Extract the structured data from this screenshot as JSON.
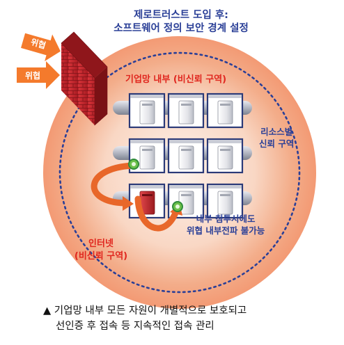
{
  "title": {
    "line1": "제로트러스트 도입 후:",
    "line2": "소프트웨어 정의 보안 경계 설정"
  },
  "threats": {
    "top": "위협",
    "bottom": "위협"
  },
  "zones": {
    "enterprise": "기업망 내부 (비신뢰 구역)",
    "resource_line1": "리소스별",
    "resource_line2": "신뢰 구역",
    "internet_line1": "인터넷",
    "internet_line2": "(비신뢰 구역)"
  },
  "notes": {
    "line1": "내부 침투시에도",
    "line2": "위협 내부전파 불가능"
  },
  "caption": {
    "line1": "▲ 기업망 내부 모든 자원이 개별적으로 보호되고",
    "line2": "선인증 후 접속 등 지속적인 접속 관리"
  },
  "colors": {
    "title_blue": "#2a3f97",
    "zone_red": "#e0261e",
    "halo": "#f0a07a",
    "firewall": "#c4262c",
    "threat_arrow": "#f47a2c",
    "compromised_server": "#c4262c"
  }
}
